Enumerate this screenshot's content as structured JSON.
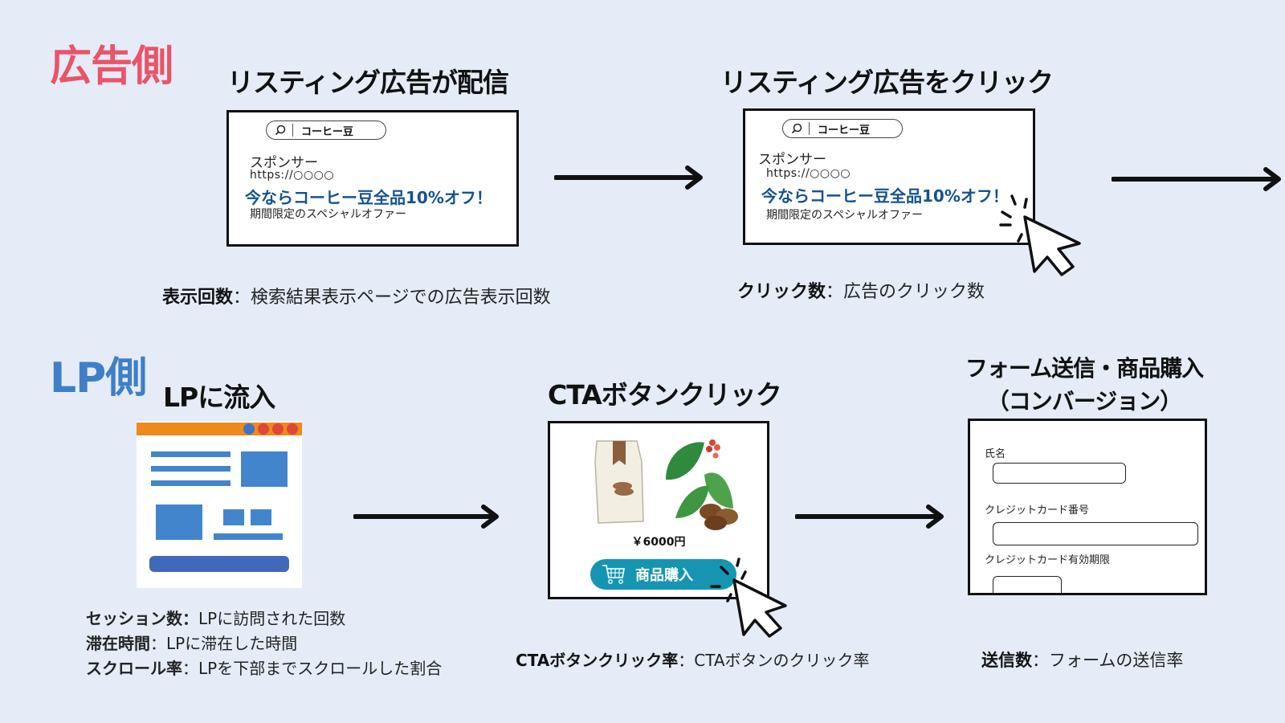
{
  "sections": {
    "ad_side": {
      "label": "広告側",
      "color": "#ea5468"
    },
    "lp_side": {
      "label": "LP側",
      "color": "#3f7fc8"
    }
  },
  "ad_steps": [
    {
      "title": "リスティング広告が配信",
      "search_query": "コーヒー豆",
      "sponsor": "スポンサー",
      "url": "https://○○○○",
      "headline": "今ならコーヒー豆全品10%オフ！",
      "description": "期間限定のスペシャルオファー",
      "metric_name": "表示回数",
      "metric_desc": "：検索結果表示ページでの広告表示回数"
    },
    {
      "title": "リスティング広告をクリック",
      "search_query": "コーヒー豆",
      "sponsor": "スポンサー",
      "url": "https://○○○○",
      "headline": "今ならコーヒー豆全品10%オフ！",
      "description": "期間限定のスペシャルオファー",
      "metric_name": "クリック数",
      "metric_desc": "：広告のクリック数"
    }
  ],
  "lp_steps": {
    "inflow": {
      "title": "LPに流入",
      "metrics": [
        {
          "name": "セッション数：",
          "desc": "LPに訪問された回数"
        },
        {
          "name": "滞在時間",
          "desc": "：LPに滞在した時間"
        },
        {
          "name": "スクロール率",
          "desc": "：LPを下部までスクロールした割合"
        }
      ],
      "colors": {
        "bar": "#f0891b",
        "dot_blue": "#4272c4",
        "dot_red": "#e04638",
        "block": "#4285cc",
        "button": "#4169bb"
      }
    },
    "cta": {
      "title": "CTAボタンクリック",
      "price": "￥6000円",
      "button_label": "商品購入",
      "button_color": "#1695b2",
      "metric_name": "CTAボタンクリック率",
      "metric_desc": "：CTAボタンのクリック率"
    },
    "conversion": {
      "title_line1": "フォーム送信・商品購入",
      "title_line2": "（コンバージョン）",
      "fields": [
        {
          "label": "氏名"
        },
        {
          "label": "クレジットカード番号"
        },
        {
          "label": "クレジットカード有効期限"
        }
      ],
      "metric_name": "送信数",
      "metric_desc": "：フォームの送信率"
    }
  }
}
